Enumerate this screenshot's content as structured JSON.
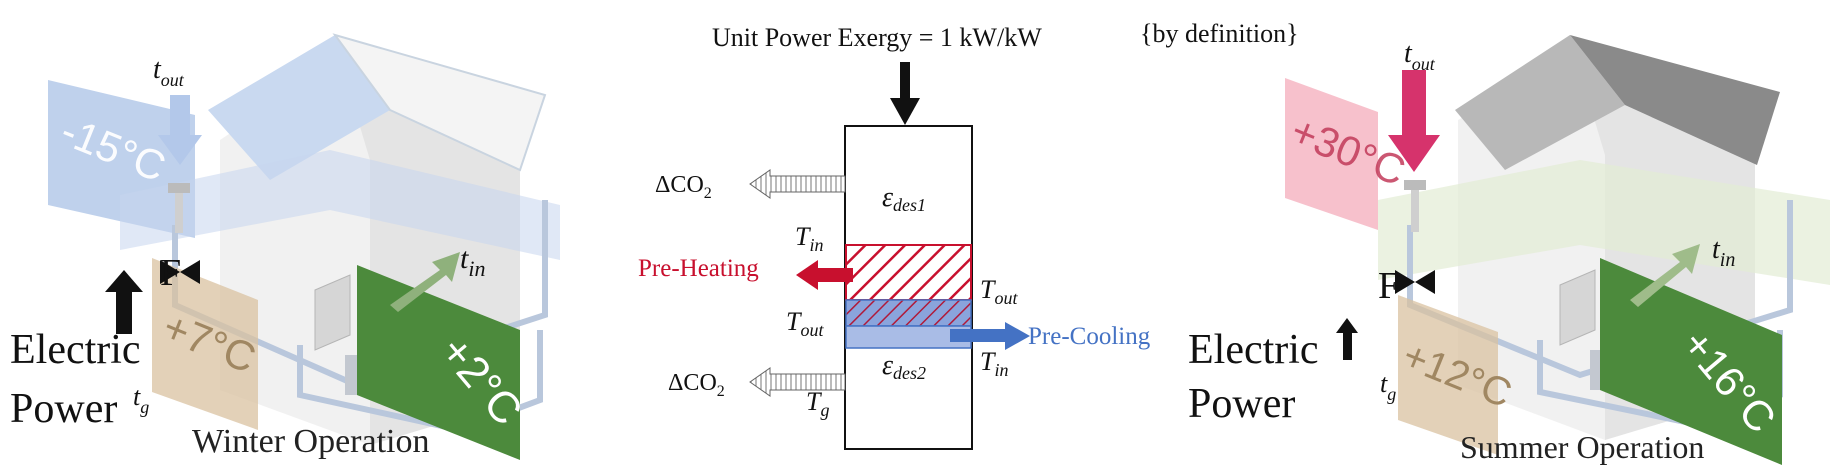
{
  "center": {
    "top_label": "Unit Power Exergy = 1 kW/kW",
    "top_note": "{by definition}",
    "eps_des1_main": "ε",
    "eps_des1_sub": "des1",
    "eps_des2_main": "ε",
    "eps_des2_sub": "des2",
    "t_main": "T",
    "t_in_sub": "in",
    "t_out_sub": "out",
    "t_g_sub": "g",
    "co2_main": "ΔCO",
    "co2_sub": "2",
    "pre_heating": "Pre-Heating",
    "pre_cooling": "Pre-Cooling"
  },
  "winter": {
    "caption": "Winter Operation",
    "outdoor_temp": "-15°C",
    "ground_temp": "+7°C",
    "supply_temp": "+2°C",
    "t_main": "t",
    "t_out_sub": "out",
    "t_in_sub": "in",
    "t_g_sub": "g",
    "electric_line1": "Electric",
    "electric_line2": "Power",
    "valve_letter": "F"
  },
  "summer": {
    "caption": "Summer Operation",
    "outdoor_temp": "+30°C",
    "ground_temp": "+12°C",
    "supply_temp": "+16°C",
    "t_main": "t",
    "t_out_sub": "out",
    "t_in_sub": "in",
    "t_g_sub": "g",
    "electric_line1": "Electric",
    "electric_line2": "Power",
    "valve_letter": "F"
  },
  "colors": {
    "heating_red": "#c8102e",
    "cooling_blue": "#4472c4",
    "cold_panel": "#a9c1e6",
    "warm_panel": "#f4a6b7",
    "ground_panel": "#d9c2a0",
    "supply_green": "#4c8a3c"
  }
}
